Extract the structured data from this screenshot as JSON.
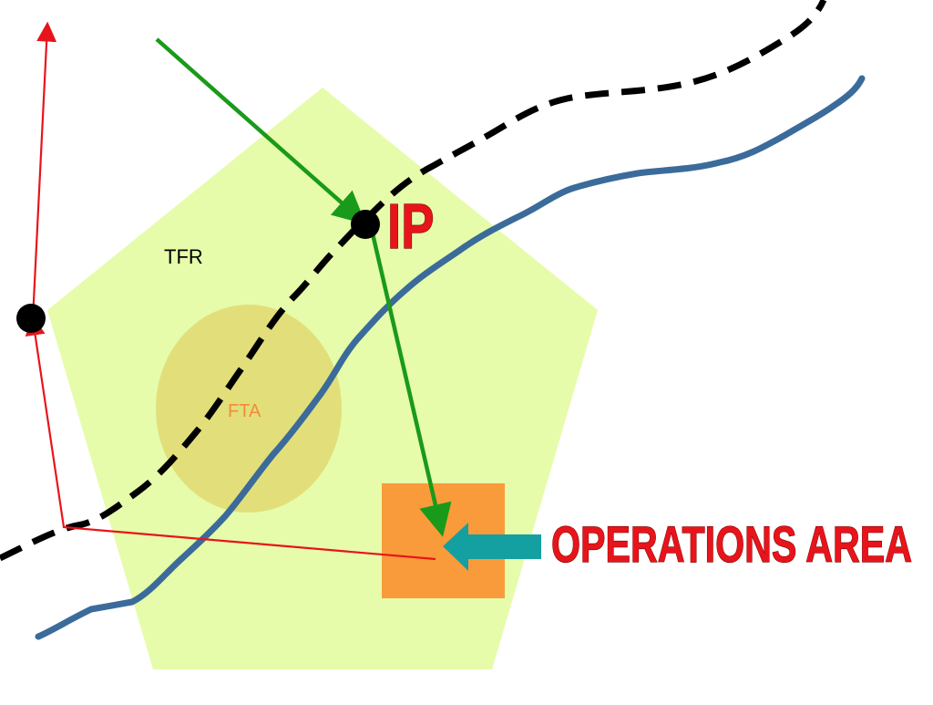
{
  "labels": {
    "tfr": "TFR",
    "fta": "FTA",
    "ip": "IP",
    "operations_area": "OPERATIONS AREA"
  },
  "colors": {
    "tfr_zone": "#e6fcaa",
    "fta_zone": "#e2df7a",
    "fta_text": "#f28b3a",
    "operations_box": "#f99b3a",
    "road": "#000000",
    "river": "#3b6b9a",
    "approach_route": "#1a9a1a",
    "departure_route": "#e8141b",
    "pointer_arrow": "#14a0a0",
    "waypoint": "#000000",
    "label_red": "#e8141b"
  },
  "icons": {
    "pointer": "arrow-left-icon",
    "waypoint": "circle-icon"
  }
}
